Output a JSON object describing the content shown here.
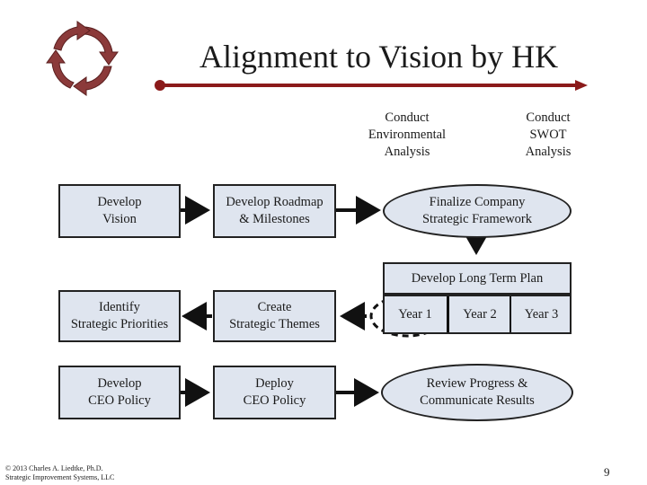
{
  "title": "Alignment to Vision by HK",
  "nodes": {
    "conduct_environmental": "Conduct\nEnvironmental\nAnalysis",
    "conduct_swot": "Conduct\nSWOT\nAnalysis",
    "develop_vision": "Develop\nVision",
    "develop_roadmap": "Develop Roadmap\n& Milestones",
    "finalize_framework": "Finalize Company\nStrategic Framework",
    "long_term_plan": "Develop Long Term Plan",
    "year1": "Year 1",
    "year2": "Year 2",
    "year3": "Year 3",
    "identify_priorities": "Identify\nStrategic Priorities",
    "create_themes": "Create\nStrategic Themes",
    "develop_ceo_policy": "Develop\nCEO Policy",
    "deploy_ceo_policy": "Deploy\nCEO Policy",
    "review_progress": "Review Progress &\nCommunicate Results"
  },
  "footer": "© 2013 Charles A. Liedtke, Ph.D.\nStrategic Improvement Systems, LLC",
  "page_number": "9",
  "colors": {
    "box_fill": "#dfe5ef",
    "logo": "#8b3a3a",
    "title_rule": "#8b1a1a"
  },
  "icons": {
    "logo": "cycle-arrows-icon"
  }
}
